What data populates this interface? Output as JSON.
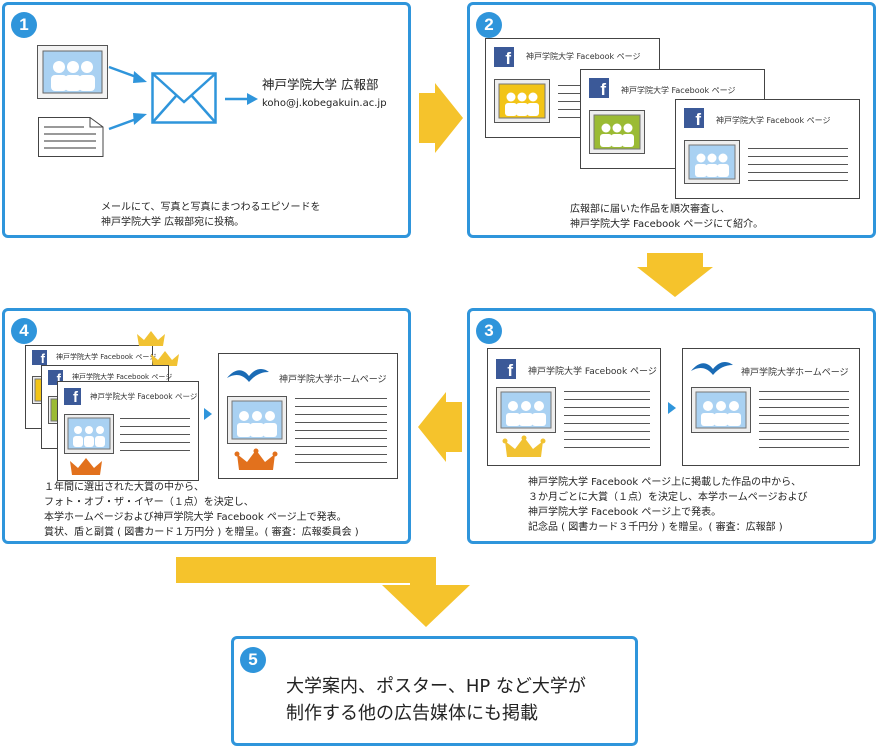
{
  "step1": {
    "number": "1",
    "recipient_name": "神戸学院大学 広報部",
    "recipient_email": "koho@j.kobegakuin.ac.jp",
    "caption_line1": "メールにて、写真と写真にまつわるエピソードを",
    "caption_line2": "神戸学院大学 広報部宛に投稿。"
  },
  "step2": {
    "number": "2",
    "card_title": "神戸学院大学 Facebook ページ",
    "caption_line1": "広報部に届いた作品を順次審査し、",
    "caption_line2": "神戸学院大学 Facebook ページにて紹介。"
  },
  "step3": {
    "number": "3",
    "fb_card_title": "神戸学院大学 Facebook ページ",
    "hp_card_title": "神戸学院大学ホームページ",
    "caption_line1": "神戸学院大学 Facebook ページ上に掲載した作品の中から、",
    "caption_line2": "３か月ごとに大賞（１点）を決定し、本学ホームページおよび",
    "caption_line3": "神戸学院大学 Facebook ページ上で発表。",
    "caption_line4": "記念品 ( 図書カード３千円分 ) を贈呈。( 審査：広報部 )"
  },
  "step4": {
    "number": "4",
    "fb_card_title": "神戸学院大学 Facebook ページ",
    "hp_card_title": "神戸学院大学ホームページ",
    "caption_line1": "１年間に選出された大賞の中から、",
    "caption_line2": "フォト・オブ・ザ・イヤー（１点）を決定し、",
    "caption_line3": "本学ホームページおよび神戸学院大学 Facebook ページ上で発表。",
    "caption_line4": "賞状、盾と副賞 ( 図書カード１万円分 ) を贈呈。( 審査：広報委員会 )"
  },
  "step5": {
    "number": "5",
    "line1": "大学案内、ポスター、HP など大学が",
    "line2": "制作する他の広告媒体にも掲載"
  },
  "colors": {
    "border_blue": "#2f95db",
    "arrow_yellow": "#f5c32c",
    "facebook_blue": "#3b5998",
    "photo_blue": "#a9d1f2",
    "photo_yellow": "#f2c417",
    "photo_green": "#9bbb34",
    "crown_gold": "#f1c232",
    "crown_orange": "#e2711d"
  }
}
